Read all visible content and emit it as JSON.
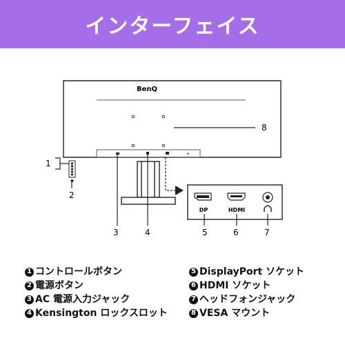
{
  "header": {
    "title": "インターフェイス",
    "background": "#a56de8"
  },
  "diagram": {
    "brand": "BenQ",
    "callouts": [
      "1",
      "2",
      "3",
      "4",
      "5",
      "6",
      "7",
      "8"
    ],
    "ports": {
      "dp": "DP",
      "hdmi": "HDMI"
    },
    "icons": [
      "headphone-icon",
      "power-button-icon",
      "ac-inlet-icon",
      "kensington-slot-icon"
    ]
  },
  "legend": {
    "left": [
      {
        "num": "1",
        "label": "コントロールボタン"
      },
      {
        "num": "2",
        "label": "電源ボタン"
      },
      {
        "num": "3",
        "label": "AC 電源入力ジャック"
      },
      {
        "num": "4",
        "label": "Kensington ロックスロット"
      }
    ],
    "right": [
      {
        "num": "5",
        "label": "DisplayPort ソケット"
      },
      {
        "num": "6",
        "label": "HDMI ソケット"
      },
      {
        "num": "7",
        "label": "ヘッドフォンジャック"
      },
      {
        "num": "8",
        "label": "VESA マウント"
      }
    ]
  }
}
